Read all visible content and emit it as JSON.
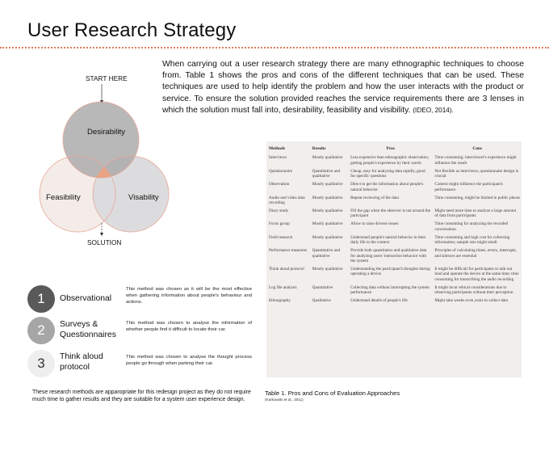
{
  "title": "User Research Strategy",
  "intro": {
    "text": "When carrying out a user research strategy there are many ethnographic techniques to choose from. Table 1 shows the pros and cons of the different techniques that can be used. These techniques are used to help identify the problem and how the user interacts with the product or service. To ensure the solution provided reaches the service requirements there are 3 lenses in which the solution must fall into, desirability, feasibility and visibility.",
    "citation": "(IDEO, 2014)."
  },
  "venn": {
    "start_label": "START HERE",
    "end_label": "SOLUTION",
    "circles": {
      "top": "Desirability",
      "left": "Feasibility",
      "right": "Visability"
    },
    "colors": {
      "top": "#a9a8aa",
      "left": "#f4ece8",
      "right": "#dcdcde",
      "overlap_core": "#f0a07a",
      "outline": "#e6a898"
    }
  },
  "methods": [
    {
      "number": "1",
      "name": "Observational",
      "description": "This method was chosen as it will be the most effective when gathering information about people's behaviour and actions.",
      "circle_color": "#595959",
      "number_color": "#ffffff"
    },
    {
      "number": "2",
      "name_line1": "Surveys &",
      "name_line2": "Questionnaires",
      "description": "This method was chosen to analyse the information of whether people find it difficult to locate their car.",
      "circle_color": "#a6a6a6",
      "number_color": "#ffffff"
    },
    {
      "number": "3",
      "name_line1": "Think aloud",
      "name_line2": "protocol",
      "description": "This method was chosen to analyse the thought process people go through when parking their car.",
      "circle_color": "#eeeeee",
      "number_color": "#333333"
    }
  ],
  "footnote": "These research methods are apparopriate for this redesign project as they do not require much time to gather results and they are suitable for a system user experience design.",
  "table": {
    "headers": [
      "Methods",
      "Results",
      "Pros",
      "Cons"
    ],
    "rows": [
      [
        "Interviews",
        "Mostly qualitative",
        "Less expensive than ethnographic observation; getting people's experience by their words",
        "Time consuming; interviewer's experience might influence the result"
      ],
      [
        "Questionnaire",
        "Quantitative and qualitative",
        "Cheap, easy for analyzing data rapidly, good for specific questions",
        "Not flexible as interviews, questionnaire design is crucial"
      ],
      [
        "Observation",
        "Mostly qualitative",
        "Direct to get the information about people's natural behavior",
        "Context might influence the participant's performance"
      ],
      [
        "Audio and video data recording",
        "Mostly qualitative",
        "Repeat reviewing of the data",
        "Time consuming, might be limited in public places"
      ],
      [
        "Diary study",
        "Mostly qualitative",
        "Fill the gap when the observer is not around the participant",
        "Might need more time to analyze a large amount of data from participants"
      ],
      [
        "Focus group",
        "Mostly qualitative",
        "Allow to raise diverse issues",
        "Time consuming for analyzing the recorded conversation"
      ],
      [
        "Field research",
        "Mostly qualitative",
        "Understand people's natural behavior in their daily life in the context",
        "Time consuming and high cost for collecting information; sample size might small"
      ],
      [
        "Performance measures",
        "Quantitative and qualitative",
        "Provide both quantitative and qualitative data for analyzing users' interaction behavior with the system",
        "Principles of calculating times, errors, interrupts, and silences are essential"
      ],
      [
        "Think aloud protocol",
        "Mostly qualitative",
        "Understanding the participant's thoughts during operating a device",
        "It might be difficult for participants to talk out loud and operate the device at the same time; time consuming for transcribing the audio recording"
      ],
      [
        "Log file analysis",
        "Quantitative",
        "Collecting data without interrupting the system performance",
        "It might incur ethical considerations due to observing participants without their perception"
      ],
      [
        "Ethnography",
        "Qualitative",
        "Understand details of people's life",
        "Might take weeks even years to collect data"
      ]
    ]
  },
  "caption": "Table 1. Pros and Cons of Evaluation Approaches",
  "caption_source": "(Karkowski et al., 2011)"
}
